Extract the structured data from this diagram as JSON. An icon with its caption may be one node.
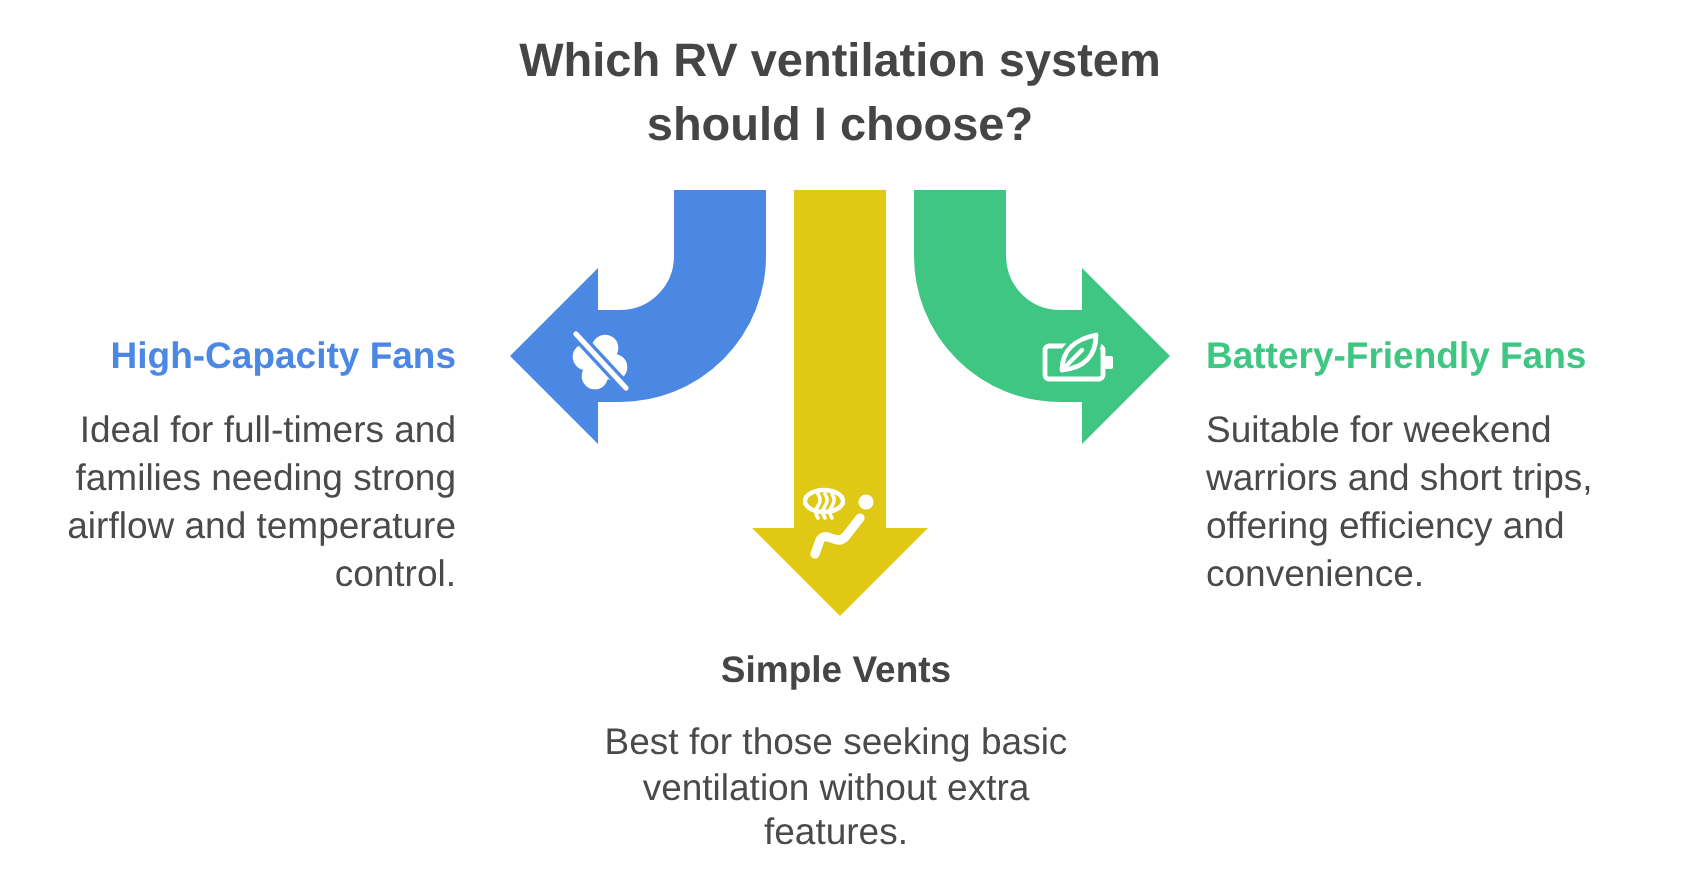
{
  "diagram": {
    "title": "Which RV ventilation system should I choose?",
    "nodes": [
      {
        "text": [
          "High-Capacity Fans",
          "Ideal for full-timers and families needing strong airflow and temperature control."
        ]
      },
      {
        "text": [
          "Battery-Friendly Fans",
          "Suitable for weekend warriors and short trips, offering efficiency and convenience."
        ]
      },
      {
        "text": [
          "Simple Vents",
          "Best for those seeking basic ventilation without extra features."
        ]
      }
    ],
    "edges": [
      {
        "from": null,
        "to": 0,
        "arrow": "to",
        "color": "#4a88e4"
      },
      {
        "from": null,
        "to": 1,
        "arrow": "to",
        "color": "#3ec682"
      },
      {
        "from": null,
        "to": 2,
        "arrow": "to",
        "color": "#dfc914"
      }
    ]
  }
}
